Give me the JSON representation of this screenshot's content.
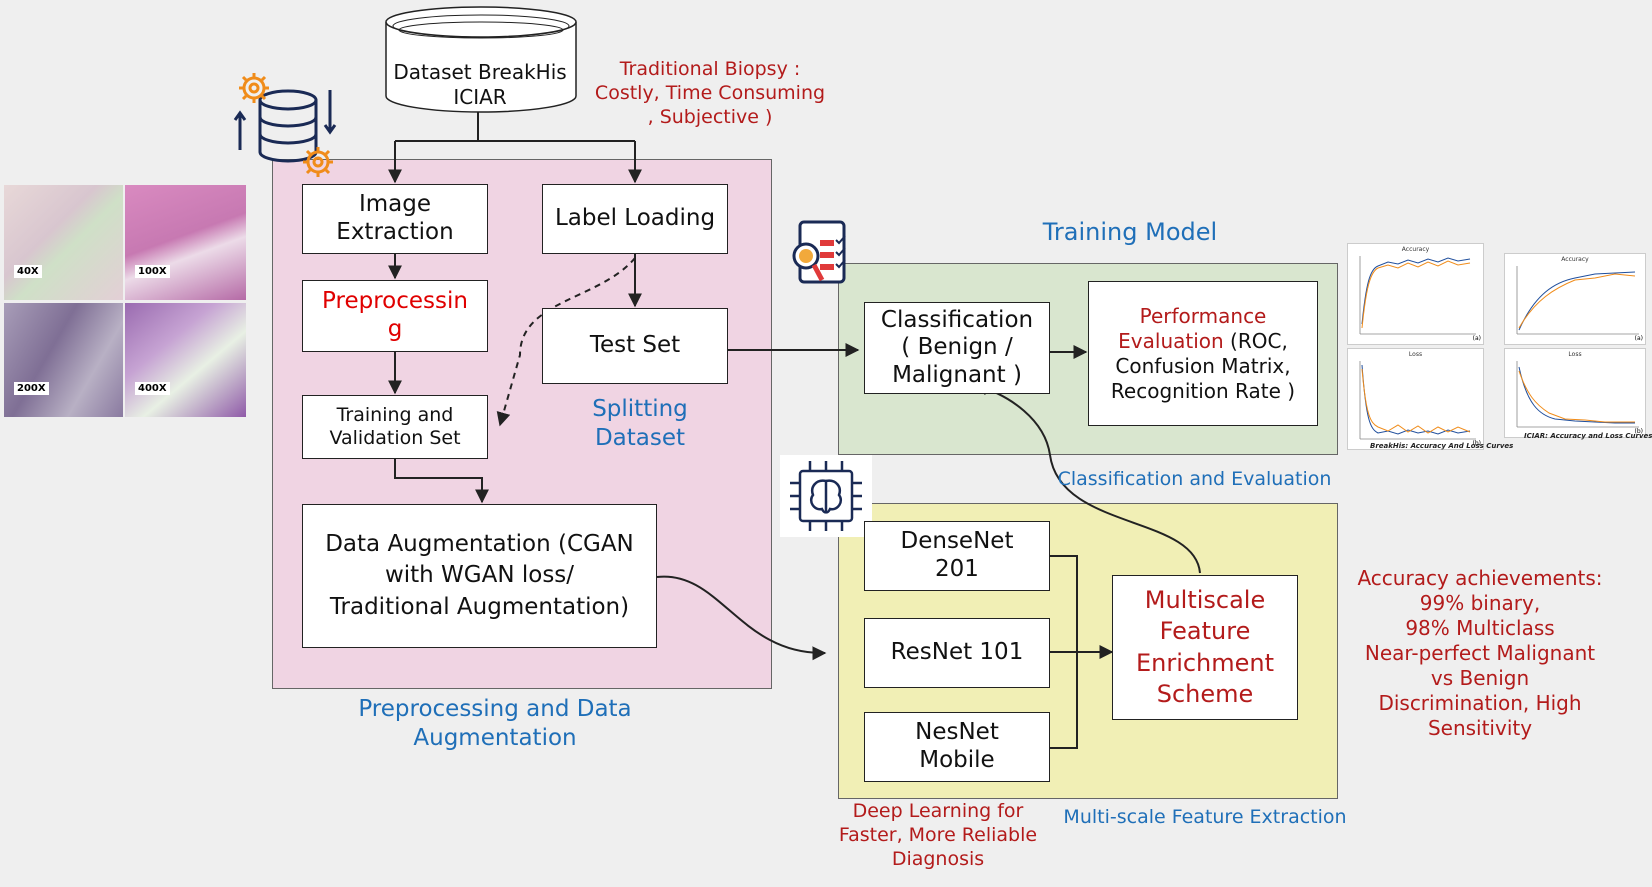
{
  "dataset_label": "Dataset BreakHis\nICIAR",
  "biopsy_note": "Traditional Biopsy :\nCostly, Time Consuming\n, Subjective )",
  "boxes": {
    "image_extraction": "Image\nExtraction",
    "label_loading": "Label Loading",
    "preprocessing": "Preprocessin\ng",
    "test_set": "Test Set",
    "training_validation": "Training and\nValidation Set",
    "data_augmentation": "Data Augmentation (CGAN\nwith WGAN loss/\nTraditional Augmentation)",
    "classification": "Classification\n( Benign /\nMalignant )",
    "performance_red": "Performance\nEvaluation",
    "performance_black": " (ROC,\nConfusion Matrix,\nRecognition Rate )",
    "densenet": "DenseNet\n201",
    "resnet": "ResNet 101",
    "nesnet": "NesNet\nMobile",
    "multiscale": "Multiscale\nFeature\nEnrichment\nScheme"
  },
  "section_labels": {
    "splitting": "Splitting\nDataset",
    "preprocessing_aug": "Preprocessing and Data\nAugmentation",
    "training_model": "Training Model",
    "class_eval": "Classification and Evaluation",
    "multi_scale": "Multi-scale Feature Extraction"
  },
  "notes": {
    "accuracy": "Accuracy achievements:\n99% binary,\n98% Multiclass\nNear-perfect Malignant\nvs Benign\nDiscrimination, High\nSensitivity",
    "deep_learning": "Deep Learning for\nFaster, More Reliable\nDiagnosis"
  },
  "magnifications": [
    "40X",
    "100X",
    "200X",
    "400X"
  ],
  "plots": {
    "accuracy_title": "Accuracy",
    "loss_title": "Loss",
    "breakhis_caption": "BreakHis: Accuracy And Loss Curves",
    "iciar_caption": "ICIAR: Accuracy and Loss Curves",
    "mark_a": "(a)",
    "mark_b": "(b)"
  },
  "colors": {
    "pink_panel": "#f0d4e3",
    "green_panel": "#d9e6cf",
    "yellow_panel": "#f1efb5",
    "blue_text": "#1f6fb8",
    "red_text": "#b31b1b",
    "bright_red": "#e00000",
    "orange_icon": "#f08c1a",
    "navy_icon": "#1a2a55"
  },
  "icons": [
    "database-gear-icon",
    "document-search-icon",
    "brain-chip-icon"
  ]
}
